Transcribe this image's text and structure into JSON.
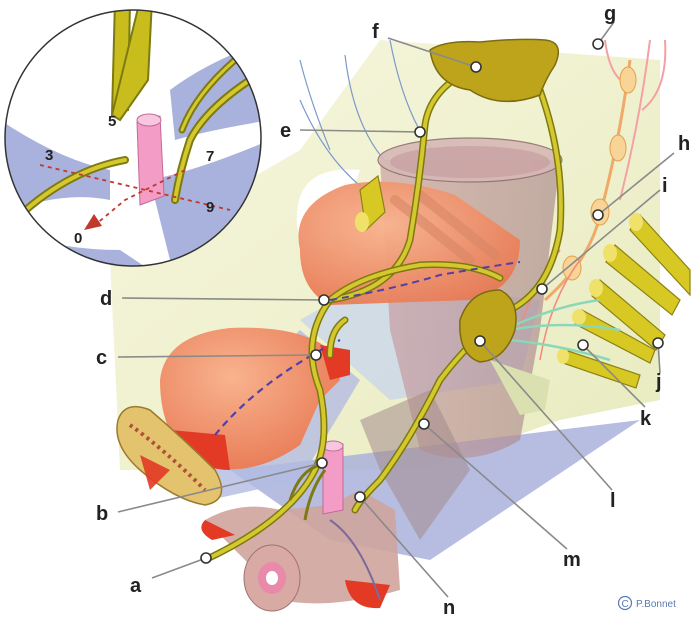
{
  "figure": {
    "callouts": [
      {
        "id": "a",
        "label": "a"
      },
      {
        "id": "b",
        "label": "b"
      },
      {
        "id": "c",
        "label": "c"
      },
      {
        "id": "d",
        "label": "d"
      },
      {
        "id": "e",
        "label": "e"
      },
      {
        "id": "f",
        "label": "f"
      },
      {
        "id": "g",
        "label": "g"
      },
      {
        "id": "h",
        "label": "h"
      },
      {
        "id": "i",
        "label": "i"
      },
      {
        "id": "j",
        "label": "j"
      },
      {
        "id": "k",
        "label": "k"
      },
      {
        "id": "l",
        "label": "l"
      },
      {
        "id": "m",
        "label": "m"
      },
      {
        "id": "n",
        "label": "n"
      }
    ],
    "inset": {
      "labels": {
        "n5": "5",
        "n3": "3",
        "n7": "7",
        "n9": "9",
        "n0": "0"
      }
    },
    "credit": {
      "symbol": "C",
      "text": "P.Bonnet"
    }
  },
  "colors": {
    "nerve": "#c9bd1e",
    "pelvic_wall": "#e9ecc0",
    "fascia": "#a9b2dc",
    "bladder": "#f2926a",
    "rectum": "#c8a3a6",
    "urethra": "#f29cc6",
    "sympathetic_chain": "#f5c98f",
    "vessels": "#e7422f"
  }
}
